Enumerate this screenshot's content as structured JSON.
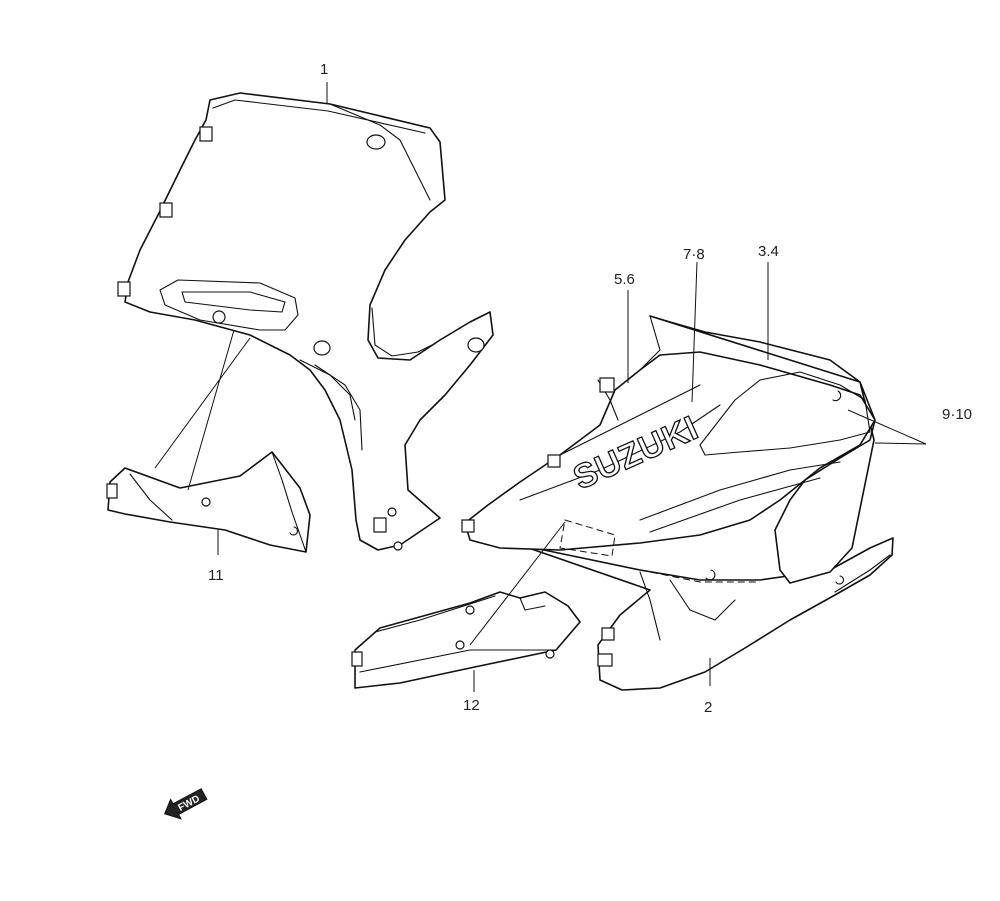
{
  "diagram": {
    "callouts": [
      {
        "id": "p1",
        "label": "1"
      },
      {
        "id": "p2",
        "label": "2"
      },
      {
        "id": "p34",
        "label": "3.4"
      },
      {
        "id": "p56",
        "label": "5.6"
      },
      {
        "id": "p78",
        "label": "7·8"
      },
      {
        "id": "p910",
        "label": "9·10"
      },
      {
        "id": "p11",
        "label": "11"
      },
      {
        "id": "p12",
        "label": "12"
      }
    ],
    "logo_text": "SUZUKI",
    "direction_marker": "FWD"
  }
}
